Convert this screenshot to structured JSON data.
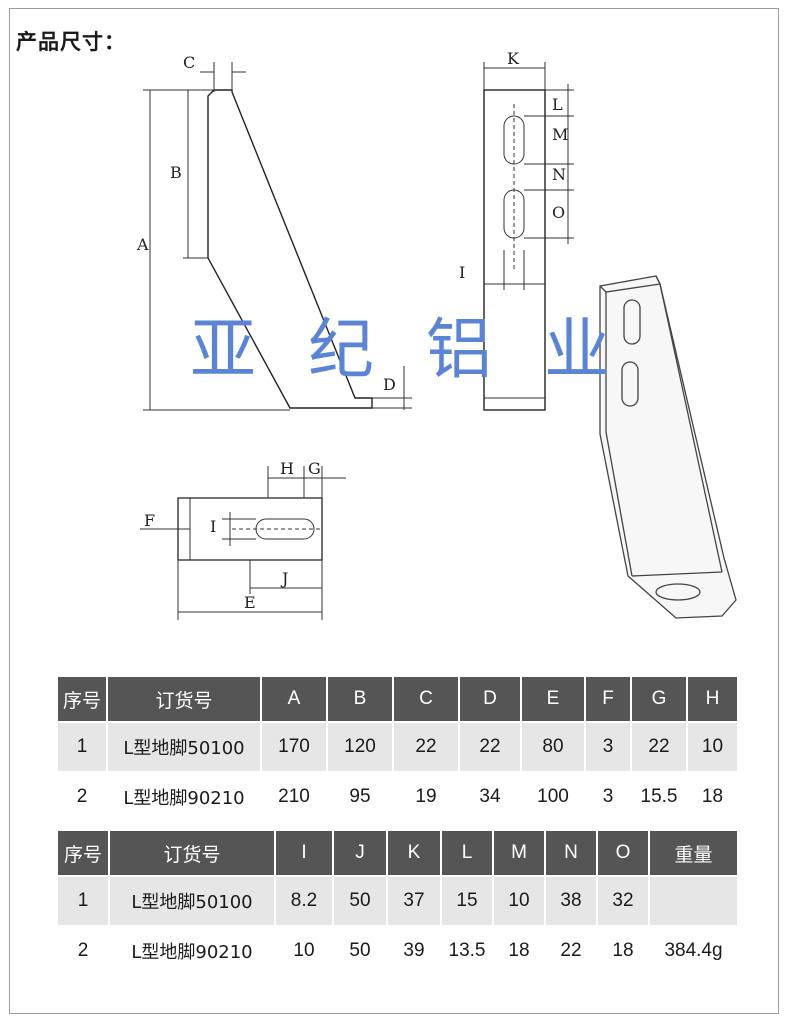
{
  "page": {
    "heading": "产品尺寸：",
    "watermark": "亚纪铝业"
  },
  "drawing_labels": {
    "A": "A",
    "B": "B",
    "C": "C",
    "D": "D",
    "E": "E",
    "F": "F",
    "G": "G",
    "H": "H",
    "I": "I",
    "J": "J",
    "K": "K",
    "L": "L",
    "M": "M",
    "N": "N",
    "O": "O"
  },
  "table1": {
    "headers": [
      "序号",
      "订货号",
      "A",
      "B",
      "C",
      "D",
      "E",
      "F",
      "G",
      "H"
    ],
    "rows": [
      [
        "1",
        "L型地脚50100",
        "170",
        "120",
        "22",
        "22",
        "80",
        "3",
        "22",
        "10"
      ],
      [
        "2",
        "L型地脚90210",
        "210",
        "95",
        "19",
        "34",
        "100",
        "3",
        "15.5",
        "18"
      ]
    ]
  },
  "table2": {
    "headers": [
      "序号",
      "订货号",
      "I",
      "J",
      "K",
      "L",
      "M",
      "N",
      "O",
      "重量"
    ],
    "rows": [
      [
        "1",
        "L型地脚50100",
        "8.2",
        "50",
        "37",
        "15",
        "10",
        "38",
        "32",
        ""
      ],
      [
        "2",
        "L型地脚90210",
        "10",
        "50",
        "39",
        "13.5",
        "18",
        "22",
        "18",
        "384.4g"
      ]
    ]
  },
  "colors": {
    "header_bg": "#555555",
    "row_alt_bg": "#e6e6e6",
    "watermark": "#5b84d4"
  }
}
